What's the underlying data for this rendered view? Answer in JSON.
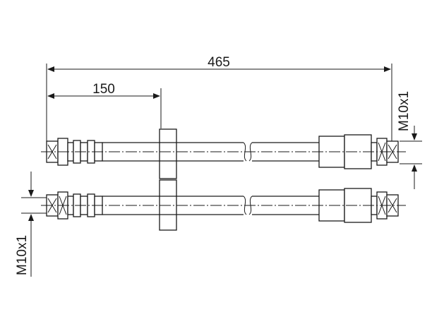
{
  "dimensions": {
    "overall_length": "465",
    "bracket_offset": "150",
    "thread_right": "M10x1",
    "thread_left": "M10x1"
  }
}
